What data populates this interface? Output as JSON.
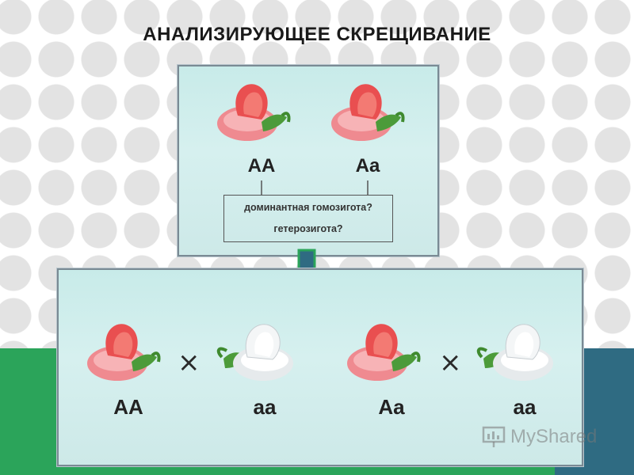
{
  "title": "АНАЛИЗИРУЮЩЕЕ СКРЕЩИВАНИЕ",
  "top_panel": {
    "genotypes": [
      "AA",
      "Aa"
    ],
    "questions": [
      "доминантная гомозигота?",
      "гетерозигота?"
    ]
  },
  "bottom_panel": {
    "crosses": [
      {
        "left": "AA",
        "right": "aa"
      },
      {
        "left": "Aa",
        "right": "aa"
      }
    ],
    "cross_symbol": "×"
  },
  "watermark": "MyShared",
  "colors": {
    "panel_bg": "#cdeceb",
    "green_stripe": "#2ba45a",
    "teal_stripe": "#2f6b82",
    "arrow_fill": "#2f6b82",
    "arrow_border": "#2ba45a",
    "red_flower": "#e8585a",
    "white_flower": "#f2f4f5"
  }
}
